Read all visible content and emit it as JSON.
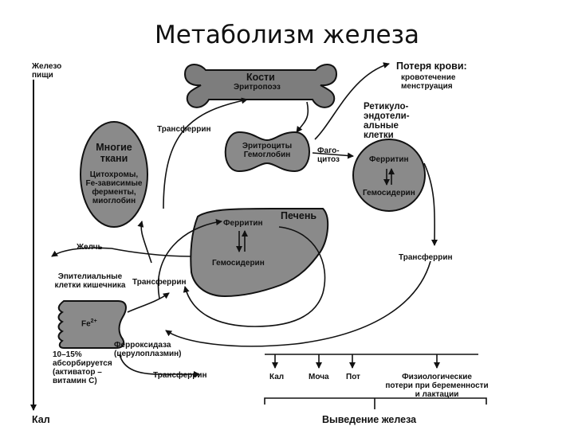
{
  "title": "Метаболизм железа",
  "labels": {
    "diet_iron": "Железо\nпищи",
    "bones": "Кости",
    "erythropoiesis": "Эритропоэз",
    "blood_loss": "Потеря крови:",
    "blood_loss_detail": "кровотечение\nменструация",
    "transferrin_top": "Трансферрин",
    "many_tissues": "Многие\nткани",
    "tissue_enzymes": "Цитохромы,\nFe-зависимые\nферменты,\nмиоглобин",
    "erythrocytes": "Эритроциты\nГемоглобин",
    "phagocytosis": "Фаго-\nцитоз",
    "res_cells": "Ретикуло-\nэндотели-\nальные\nклетки",
    "ferritin_res": "Ферритин",
    "hemosiderin_res": "Гемосидерин",
    "liver": "Печень",
    "ferritin_liver": "Ферритин",
    "hemosiderin_liver": "Гемосидерин",
    "bile": "Желчь",
    "epithelial": "Эпителиальные\nклетки кишечника",
    "transferrin_mid": "Трансферрин",
    "transferrin_right": "Трансферрин",
    "fe2": "Fe",
    "fe2_sup": "2+",
    "ferroxidase": "Ферроксидаза\n(церулоплазмин)",
    "absorbed": "10–15%\nабсорбируется\n(активатор –\nвитамин С)",
    "transferrin_bottom": "Трансферрин",
    "feces": "Кал",
    "urine": "Моча",
    "sweat": "Пот",
    "physiological_losses": "Физиологические\nпотери при беременности\nи лактации",
    "feces_bottom": "Кал",
    "iron_excretion": "Выведение железа"
  }
}
